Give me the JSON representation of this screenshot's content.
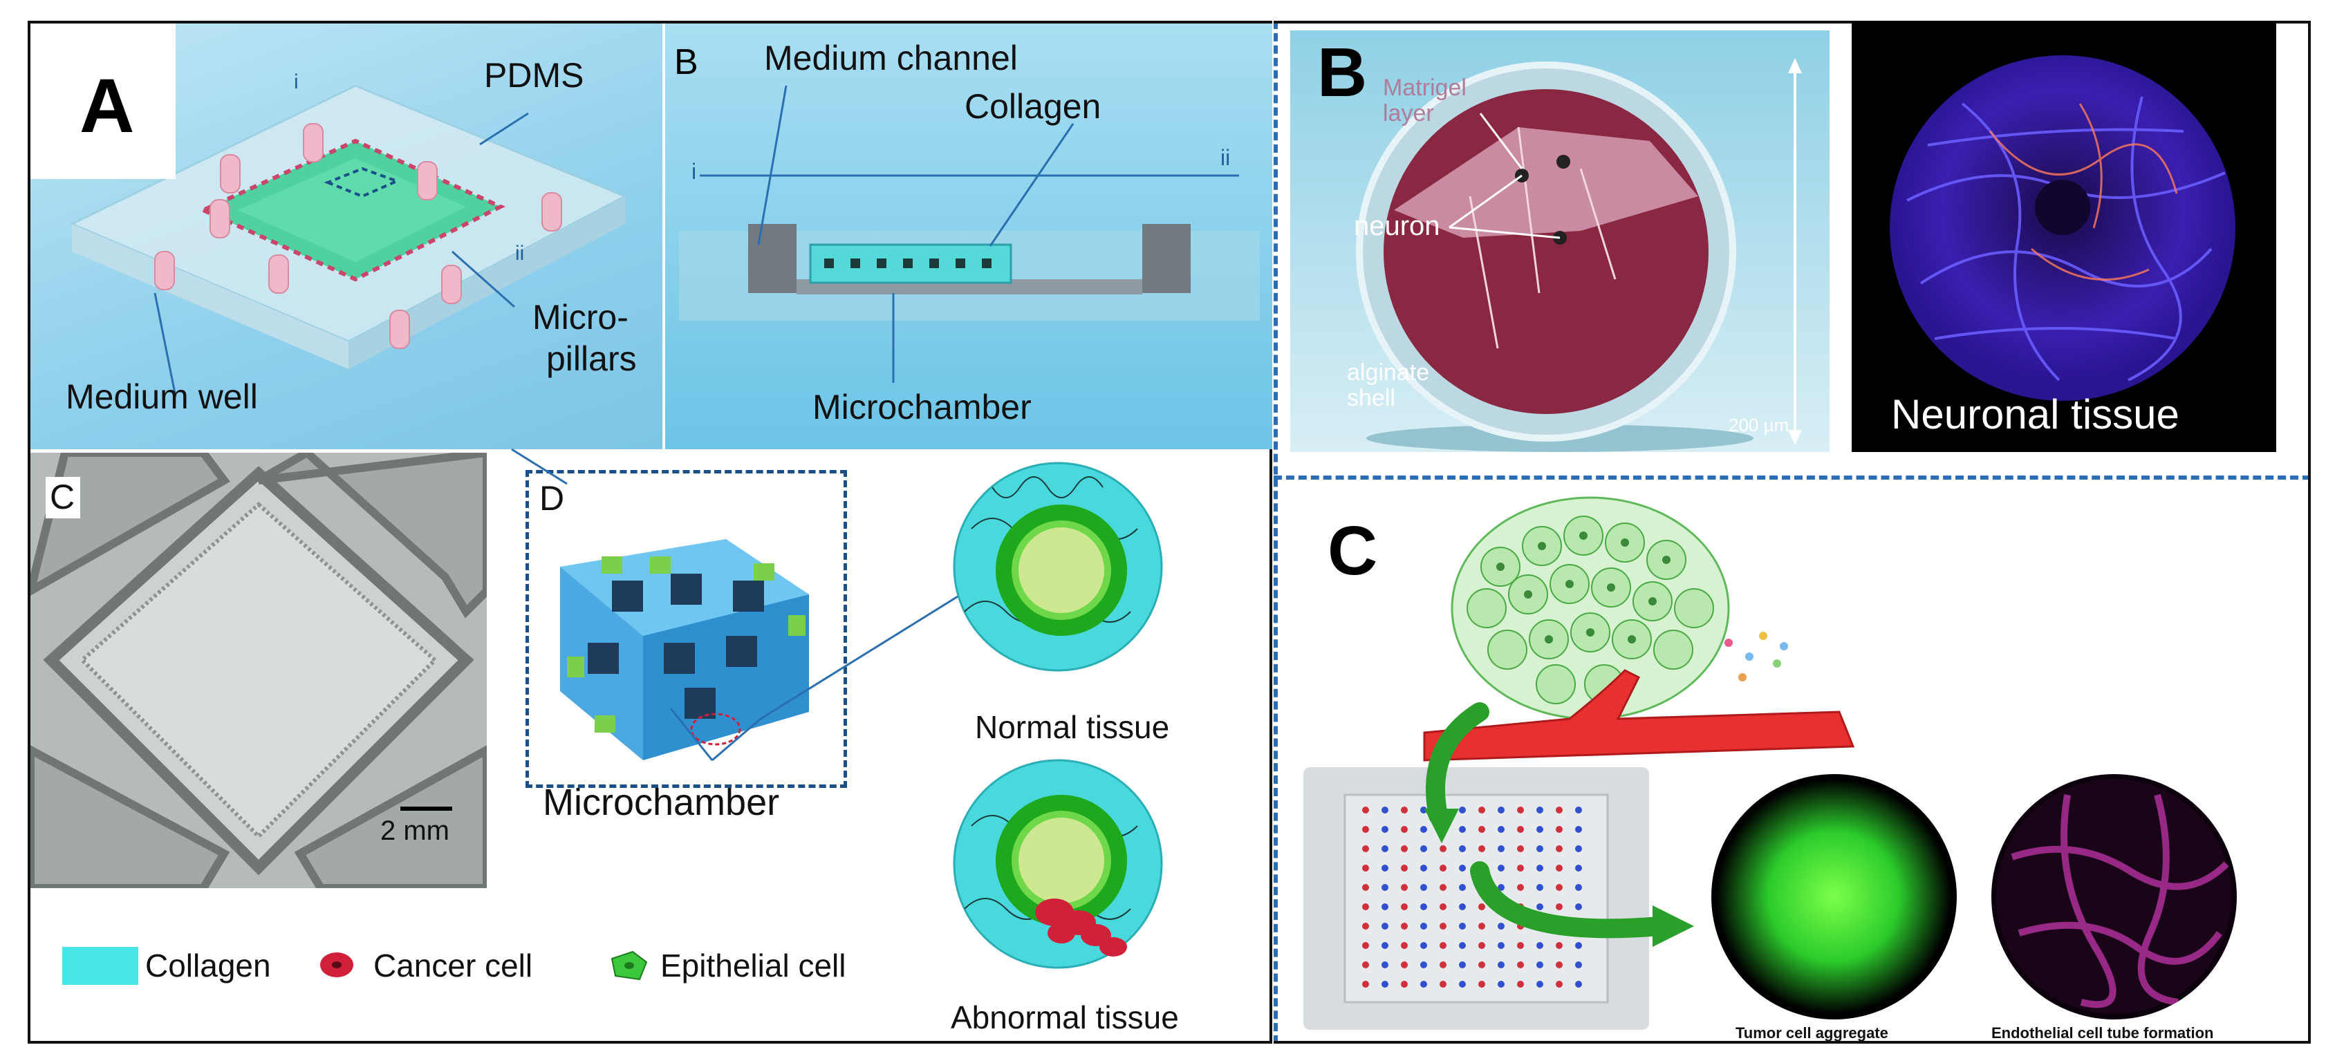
{
  "left_panel": {
    "A": {
      "letter": "A",
      "pdms": "PDMS",
      "i": "i",
      "ii": "ii",
      "micro": "Micro-",
      "pillars": "pillars",
      "medium_well": "Medium well"
    },
    "B": {
      "letter": "B",
      "medium_channel": "Medium channel",
      "collagen": "Collagen",
      "i": "i",
      "ii": "ii",
      "microchamber": "Microchamber"
    },
    "C": {
      "letter": "C",
      "scale": "2 mm"
    },
    "D": {
      "letter": "D",
      "microchamber": "Microchamber",
      "normal_tissue": "Normal tissue",
      "abnormal_tissue": "Abnormal tissue"
    },
    "legend": {
      "collagen": "Collagen",
      "cancer_cell": "Cancer cell",
      "epithelial_cell": "Epithelial cell",
      "colors": {
        "collagen": "#48e6e6",
        "cancer_cell": "#d0203a",
        "epithelial_cell": "#3cc83c"
      }
    }
  },
  "right_top": {
    "letter": "B",
    "matrigel": "Matrigel",
    "layer": "layer",
    "neuron": "neuron",
    "alginate": "alginate",
    "shell": "shell",
    "scale": "200 µm",
    "neuronal_tissue": "Neuronal tissue"
  },
  "right_bottom": {
    "letter": "C",
    "tumor_caption": "Tumor cell aggregate",
    "endothelial_caption": "Endothelial cell tube formation"
  }
}
